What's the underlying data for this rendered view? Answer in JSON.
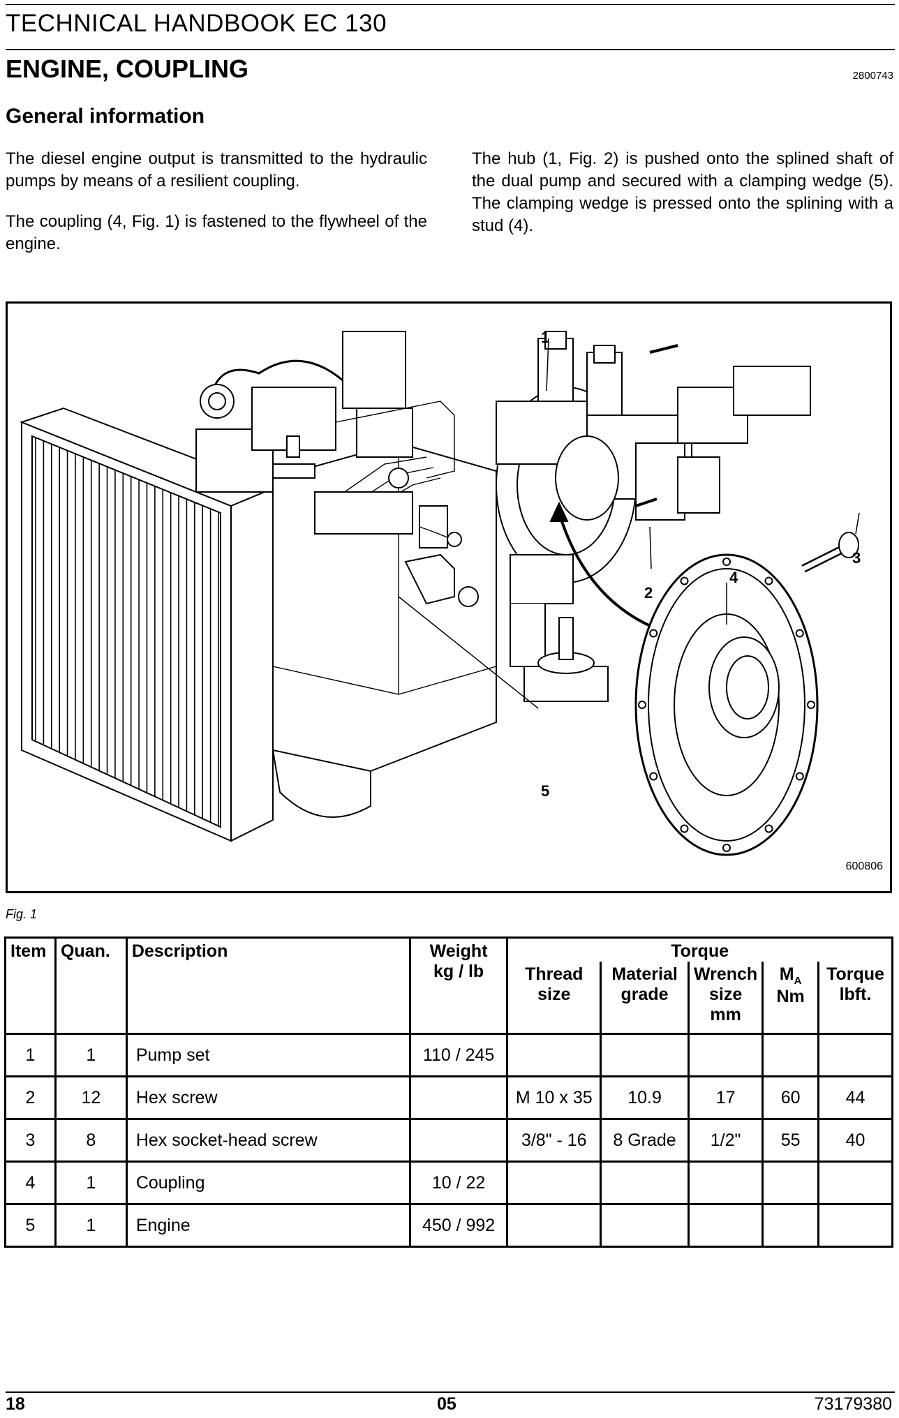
{
  "header": {
    "handbook_title": "TECHNICAL HANDBOOK EC 130",
    "section_title": "ENGINE, COUPLING",
    "doc_code": "2800743"
  },
  "body": {
    "subsection_title": "General information",
    "para1": "The diesel engine output is transmitted to the hydraulic pumps by means of a resilient coupling.",
    "para2": "The coupling (4, Fig. 1) is fastened to the flywheel of the engine.",
    "para3": "The hub (1, Fig. 2) is pushed onto the splined shaft of the dual pump and secured with a clamping wedge (5). The clamping wedge is pressed onto the splining with a stud (4)."
  },
  "figure": {
    "callouts": [
      "1",
      "2",
      "3",
      "4",
      "5"
    ],
    "drawing_code": "600806",
    "caption": "Fig. 1"
  },
  "table": {
    "headers": {
      "item": "Item",
      "quan": "Quan.",
      "description": "Description",
      "weight_1": "Weight",
      "weight_2": "kg / lb",
      "torque": "Torque",
      "thread_size": "Thread size",
      "material_grade": "Material grade",
      "wrench_size": "Wrench size mm",
      "ma": "M",
      "ma_sub": "A",
      "ma_unit": "Nm",
      "torque_lbft": "Torque lbft."
    },
    "rows": [
      {
        "item": "1",
        "quan": "1",
        "description": "Pump set",
        "weight": "110 / 245",
        "thread": "",
        "grade": "",
        "wrench": "",
        "ma": "",
        "lbft": ""
      },
      {
        "item": "2",
        "quan": "12",
        "description": "Hex screw",
        "weight": "",
        "thread": "M 10 x 35",
        "grade": "10.9",
        "wrench": "17",
        "ma": "60",
        "lbft": "44"
      },
      {
        "item": "3",
        "quan": "8",
        "description": "Hex socket-head screw",
        "weight": "",
        "thread": "3/8\" - 16",
        "grade": "8 Grade",
        "wrench": "1/2\"",
        "ma": "55",
        "lbft": "40"
      },
      {
        "item": "4",
        "quan": "1",
        "description": "Coupling",
        "weight": "10 / 22",
        "thread": "",
        "grade": "",
        "wrench": "",
        "ma": "",
        "lbft": ""
      },
      {
        "item": "5",
        "quan": "1",
        "description": "Engine",
        "weight": "450 / 992",
        "thread": "",
        "grade": "",
        "wrench": "",
        "ma": "",
        "lbft": ""
      }
    ]
  },
  "footer": {
    "page_number": "18",
    "section_number": "05",
    "doc_number": "73179380"
  }
}
